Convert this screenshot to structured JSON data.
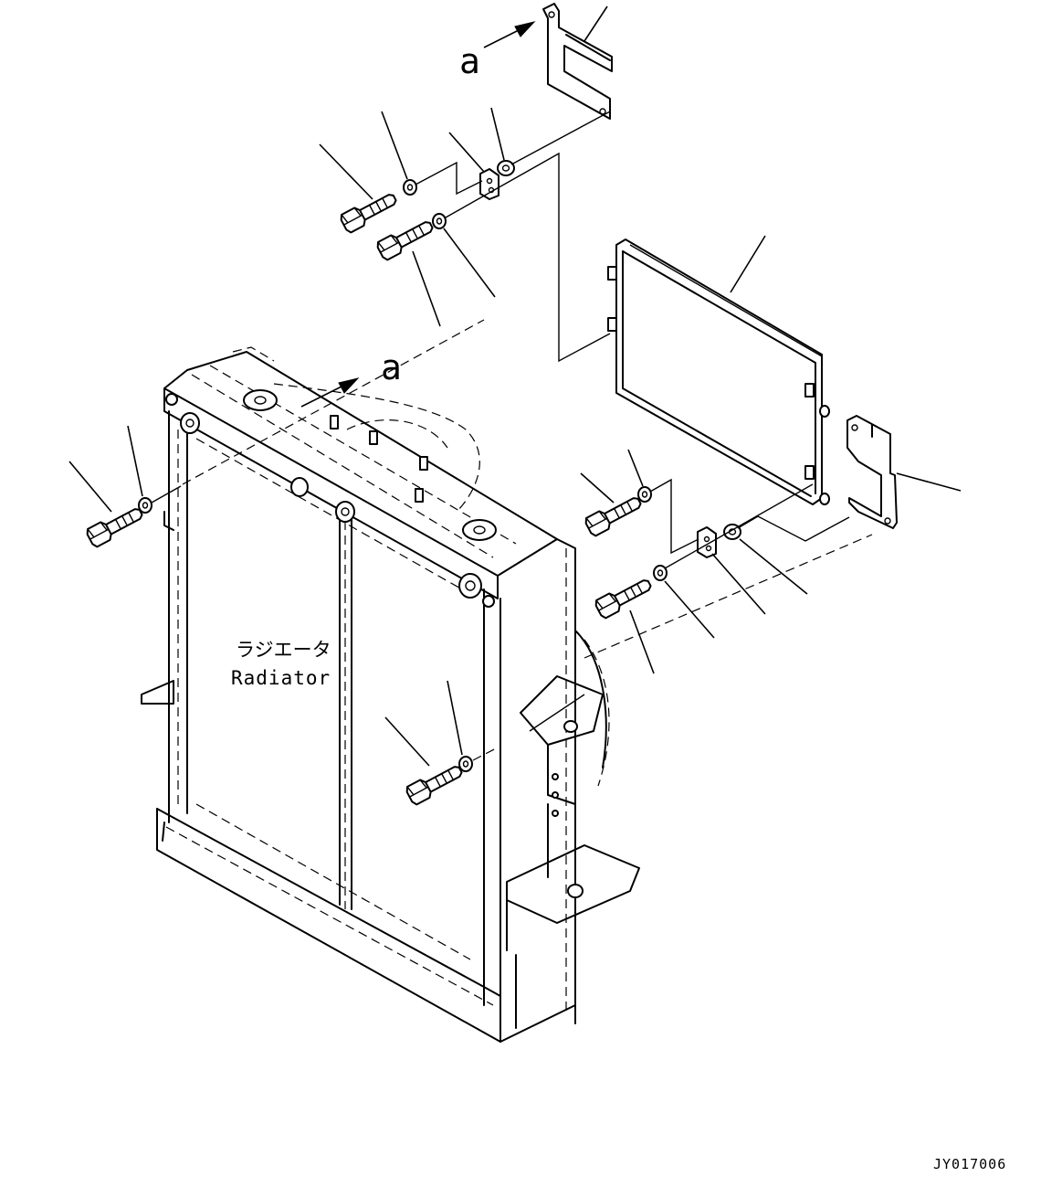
{
  "labels": {
    "view_marker_top": "a",
    "view_marker_center": "a",
    "radiator_ja": "ラジエータ",
    "radiator_en": "Radiator",
    "drawing_number": "JY017006"
  }
}
